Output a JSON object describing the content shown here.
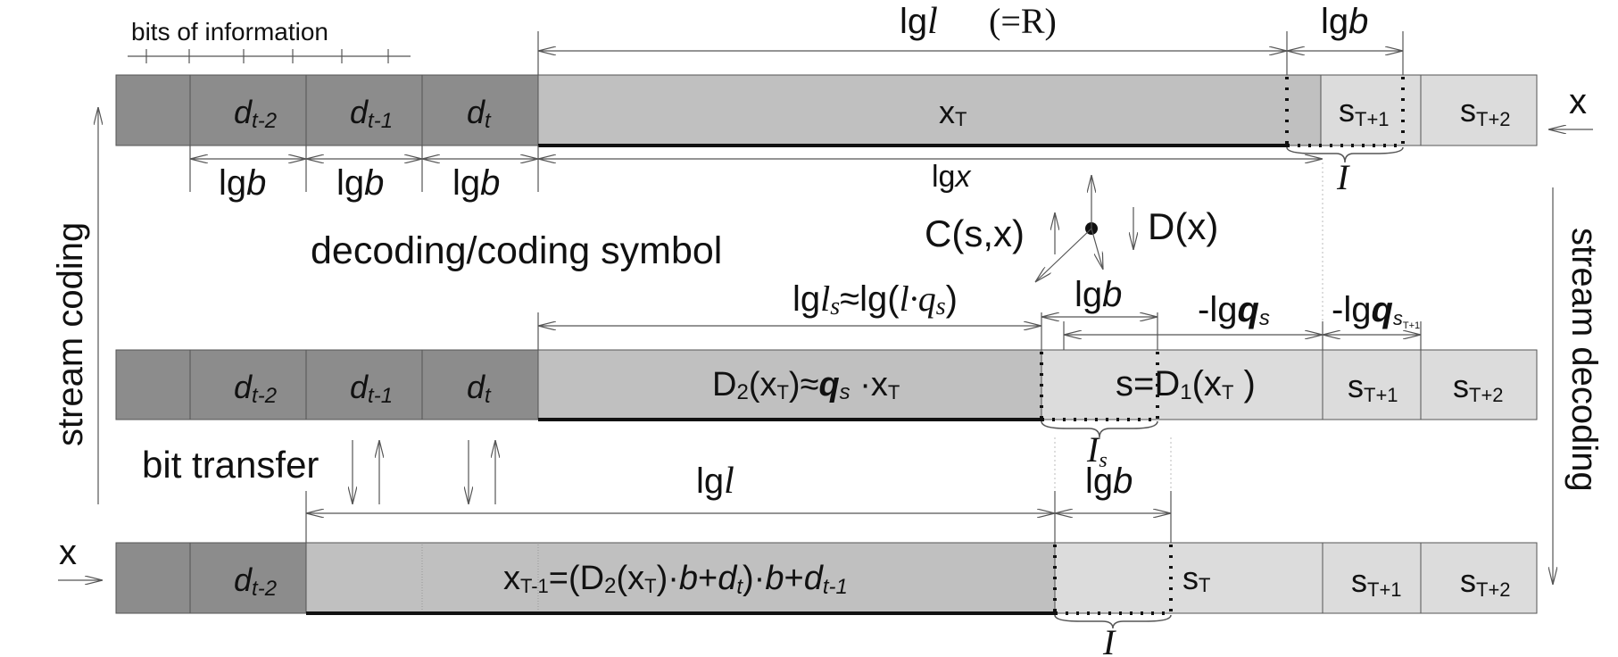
{
  "labels": {
    "bits_of_information": "bits of information",
    "stream_coding": "stream coding",
    "stream_decoding": "stream decoding",
    "decoding_coding_symbol": "decoding/coding symbol",
    "bit_transfer": "bit transfer",
    "c_sx": "C(s,x)",
    "d_x": "D(x)",
    "x_left": "x",
    "x_right": "x"
  },
  "row1": {
    "d_tm2": "t-2",
    "d_tm1": "t-1",
    "d_t": "t",
    "x_T": "T",
    "s_T1": "T+1",
    "s_T2": "T+2",
    "lg_b_1": "b",
    "lg_b_2": "b",
    "lg_b_3": "b",
    "lg_x": "x",
    "lg_l_R": "(=R)",
    "lg_b_top": "b",
    "I": "I"
  },
  "row2": {
    "d_tm2": "t-2",
    "d_tm1": "t-1",
    "d_t": "t",
    "D2_formula_a": "D",
    "D2_formula_b": "2",
    "D2_formula_c": "(x",
    "D2_formula_d": "T",
    "D2_formula_e": ")≈",
    "D2_formula_f": "q",
    "D2_formula_g": "s",
    "D2_formula_h": " ·x",
    "D2_formula_i": "T",
    "s_eq_a": "s=D",
    "s_eq_b": "1",
    "s_eq_c": "(x",
    "s_eq_d": "T",
    "s_eq_e": " )",
    "s_T1": "T+1",
    "s_T2": "T+2",
    "lg_ls_a": "lg",
    "lg_ls_b": "l",
    "lg_ls_c": "s",
    "lg_ls_d": "≈lg(",
    "lg_ls_e": "l·q",
    "lg_ls_f": "s",
    "lg_ls_g": ")",
    "lg_b": "b",
    "neg_lg_qs_a": "-lg",
    "neg_lg_qs_b": "q",
    "neg_lg_qs_c": "s",
    "neg_lg_qsT1_a": "-lg",
    "neg_lg_qsT1_b": "q",
    "neg_lg_qsT1_c": "s",
    "neg_lg_qsT1_d": "T+1",
    "I_s_a": "I",
    "I_s_b": "s"
  },
  "row3": {
    "d_tm2": "t-2",
    "x_formula_a": "x",
    "x_formula_b": "T-1",
    "x_formula_c": "=(D",
    "x_formula_d": "2",
    "x_formula_e": "(x",
    "x_formula_f": "T",
    "x_formula_g": ")·",
    "x_formula_h": "b",
    "x_formula_i": "+",
    "x_formula_j": "d",
    "x_formula_k": "t",
    "x_formula_l": ")·",
    "x_formula_m": "b",
    "x_formula_n": "+",
    "x_formula_o": "d",
    "x_formula_p": "t-1",
    "s_T": "T",
    "s_T1": "T+1",
    "s_T2": "T+2",
    "lg_l": "l",
    "lg_b": "b",
    "I": "I"
  },
  "common": {
    "lg": "lg",
    "d": "d",
    "s": "s",
    "x": "x"
  },
  "colors": {
    "dark": "#8c8c8c",
    "medium": "#c0c0c0",
    "light": "#dcdcdc",
    "line": "#555555"
  }
}
